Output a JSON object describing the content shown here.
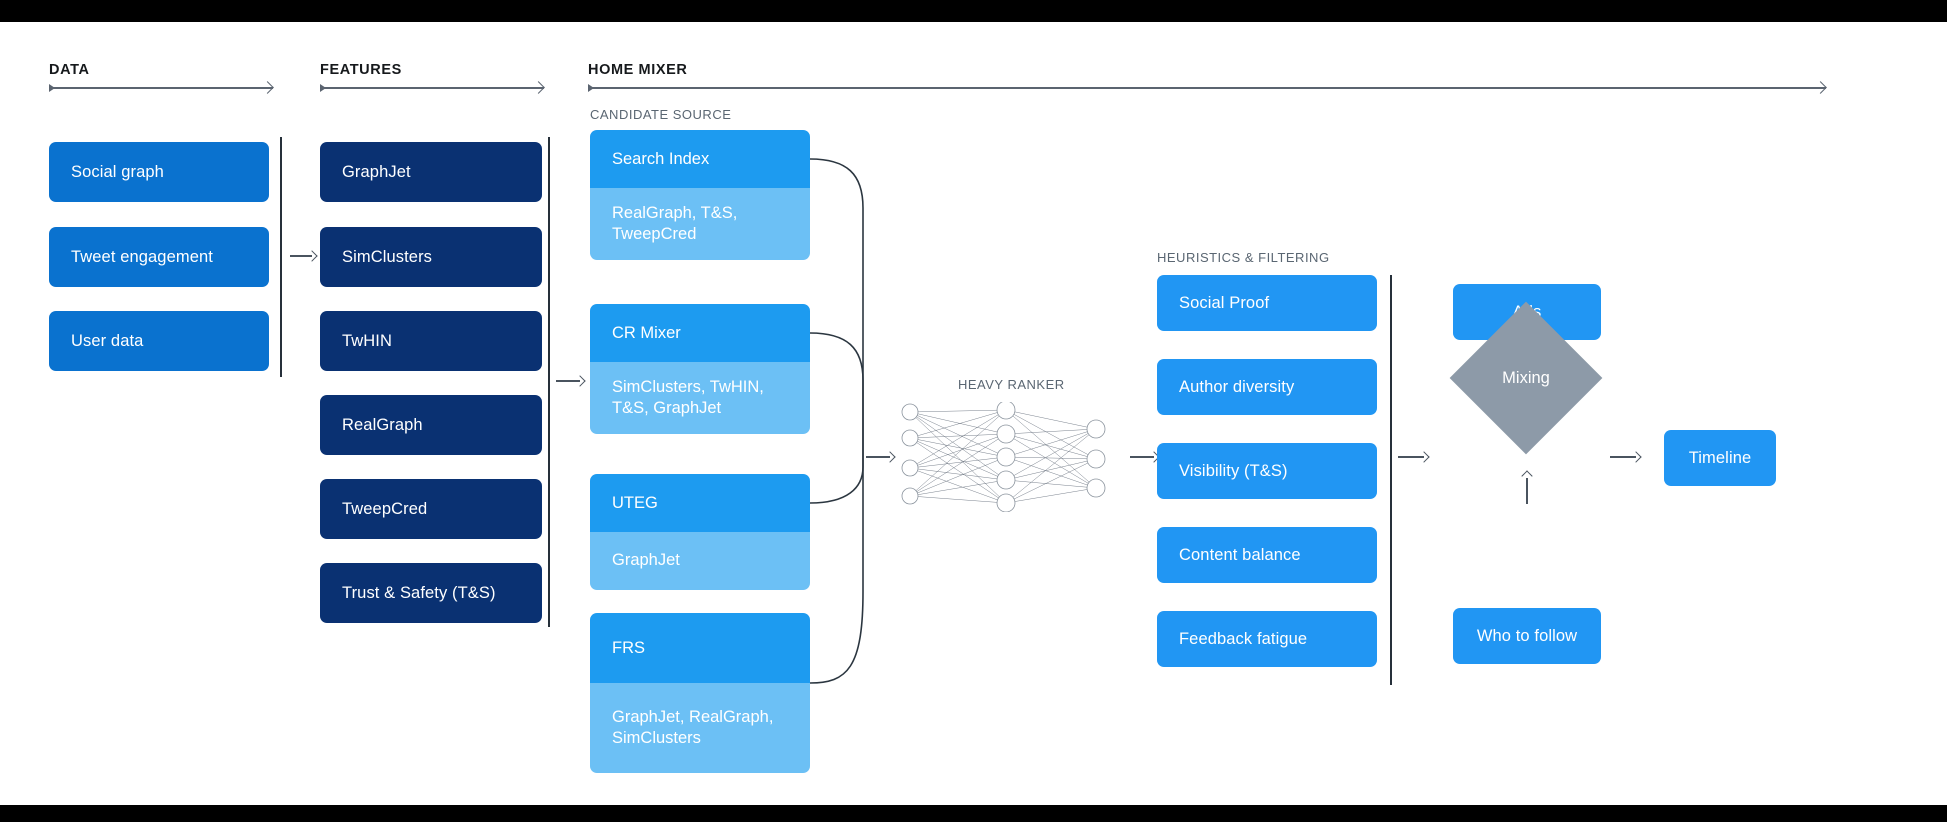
{
  "page": {
    "background": "#ffffff",
    "letterbox_color": "#000000"
  },
  "colors": {
    "data_card": "#0a72cf",
    "feature_card": "#0a3172",
    "candidate_header": "#1d9bf0",
    "candidate_body": "#6cc0f5",
    "heuristic_card": "#2196f3",
    "diamond": "#8d9aa8",
    "rule": "#26303a",
    "arrow": "#4a545f",
    "section_label": "#16191c",
    "sub_label": "#5a6672"
  },
  "sections": [
    {
      "id": "data",
      "label": "DATA"
    },
    {
      "id": "features",
      "label": "FEATURES"
    },
    {
      "id": "home_mixer",
      "label": "HOME MIXER"
    }
  ],
  "sub_labels": {
    "candidate_source": "CANDIDATE SOURCE",
    "heavy_ranker": "HEAVY RANKER",
    "heuristics": "HEURISTICS & FILTERING"
  },
  "data_column": {
    "cards": [
      {
        "label": "Social graph"
      },
      {
        "label": "Tweet engagement"
      },
      {
        "label": "User data"
      }
    ]
  },
  "features_column": {
    "cards": [
      {
        "label": "GraphJet"
      },
      {
        "label": "SimClusters"
      },
      {
        "label": "TwHIN"
      },
      {
        "label": "RealGraph"
      },
      {
        "label": "TweepCred"
      },
      {
        "label": "Trust & Safety (T&S)"
      }
    ]
  },
  "candidate_sources": [
    {
      "name": "Search Index",
      "features": "RealGraph, T&S,\nTweepCred"
    },
    {
      "name": "CR Mixer",
      "features": "SimClusters, TwHIN,\nT&S, GraphJet"
    },
    {
      "name": "UTEG",
      "features": "GraphJet"
    },
    {
      "name": "FRS",
      "features": "GraphJet, RealGraph,\nSimClusters"
    }
  ],
  "heavy_ranker": {
    "label": "HEAVY RANKER",
    "network": {
      "input_nodes": 4,
      "hidden_nodes": 5,
      "output_nodes": 3
    }
  },
  "heuristics_column": {
    "cards": [
      {
        "label": "Social Proof"
      },
      {
        "label": "Author diversity"
      },
      {
        "label": "Visibility (T&S)"
      },
      {
        "label": "Content balance"
      },
      {
        "label": "Feedback fatigue"
      }
    ]
  },
  "output_stage": {
    "ads": "Ads",
    "mixing": "Mixing",
    "who_to_follow": "Who to follow",
    "timeline": "Timeline"
  }
}
